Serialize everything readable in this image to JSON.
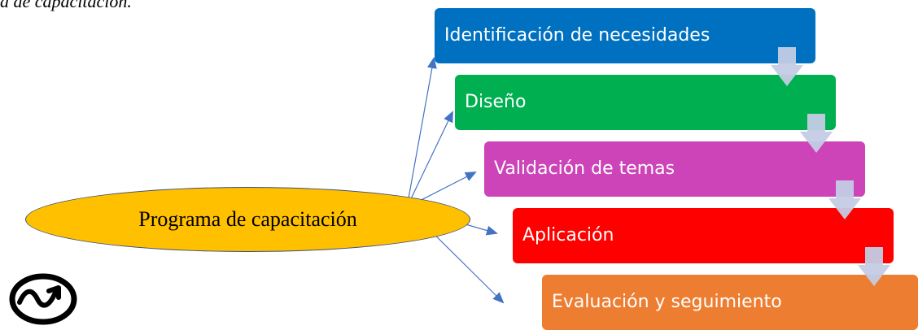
{
  "header": {
    "caption": "a de capacitación."
  },
  "center": {
    "label": "Programa de capacitación",
    "color": "#FFC000"
  },
  "stages": [
    {
      "label": "Identificación de necesidades",
      "color": "#0070C0"
    },
    {
      "label": "Diseño",
      "color": "#00B050"
    },
    {
      "label": "Validación de temas",
      "color": "#CC44B8"
    },
    {
      "label": "Aplicación",
      "color": "#FF0000"
    },
    {
      "label": "Evaluación y seguimiento",
      "color": "#ED7D31"
    }
  ],
  "connector_color": "#4472C4",
  "chevron_color": "#C3CCE4",
  "icons": {
    "logo": "trend-circle-icon"
  }
}
